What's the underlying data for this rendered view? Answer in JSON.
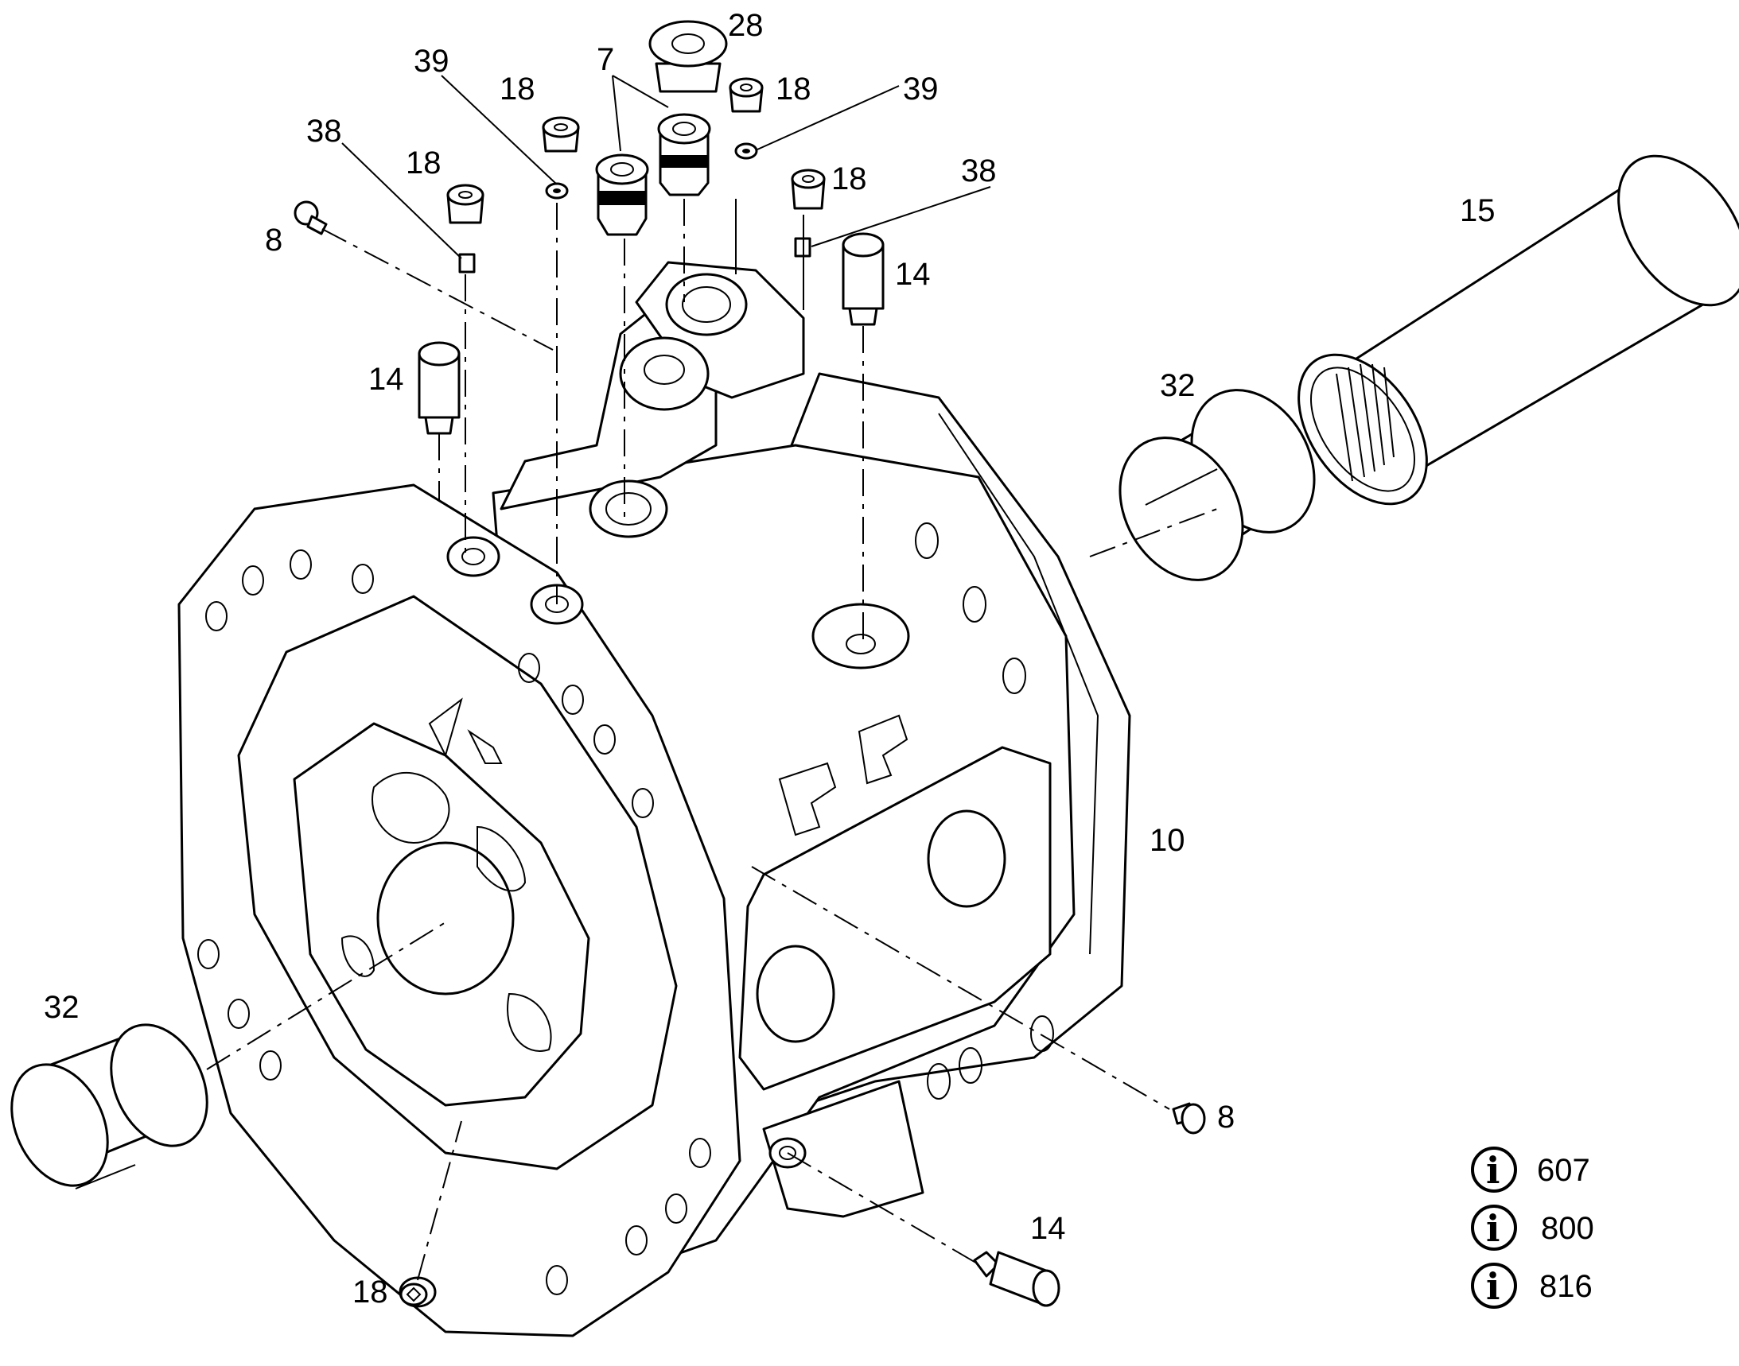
{
  "callouts": {
    "c28": "28",
    "c7": "7",
    "c39a": "39",
    "c18a": "18",
    "c18b": "18",
    "c39b": "39",
    "c38a": "38",
    "c18c": "18",
    "c18d": "18",
    "c38b": "38",
    "c8a": "8",
    "c14a": "14",
    "c14b": "14",
    "c15": "15",
    "c32a": "32",
    "c10": "10",
    "c32b": "32",
    "c8b": "8",
    "c14c": "14",
    "c18e": "18"
  },
  "info_refs": [
    {
      "icon": "info-icon",
      "label": "607"
    },
    {
      "icon": "info-icon",
      "label": "800"
    },
    {
      "icon": "info-icon",
      "label": "816"
    }
  ]
}
